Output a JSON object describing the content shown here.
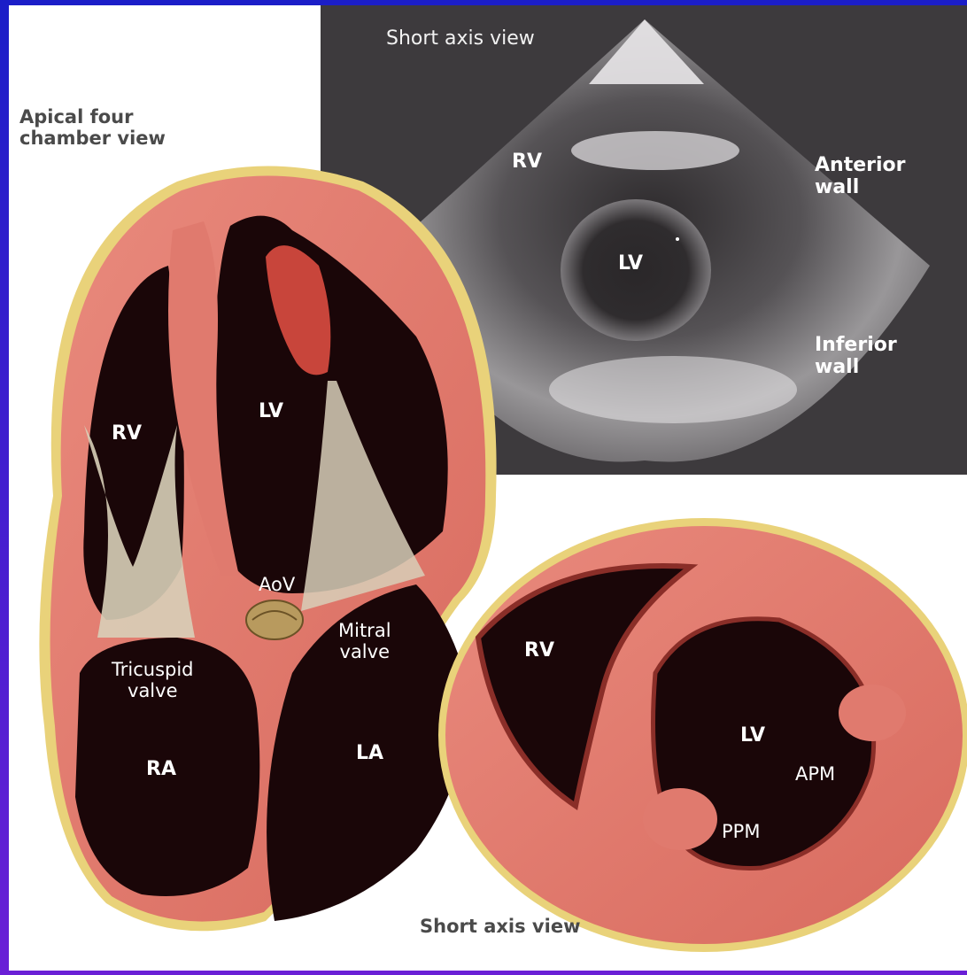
{
  "labels": {
    "apical_four_chamber": "Apical four\nchamber view",
    "echo_title": "Short axis view",
    "echo_rv": "RV",
    "echo_lv": "LV",
    "anterior_wall": "Anterior\nwall",
    "inferior_wall": "Inferior\nwall",
    "apical_rv": "RV",
    "apical_lv": "LV",
    "aov": "AoV",
    "mitral_valve": "Mitral\nvalve",
    "tricuspid_valve": "Tricuspid\nvalve",
    "ra": "RA",
    "la": "LA",
    "short_rv": "RV",
    "short_lv": "LV",
    "apm": "APM",
    "ppm": "PPM",
    "short_axis_caption": "Short axis view"
  },
  "colors": {
    "frame_gradient_top": "#1b1ec8",
    "frame_gradient_bottom": "#6a1fd6",
    "echo_background": "#3d3a3d",
    "myocardium": "#e07a6e",
    "myocardium_dark": "#b9443a",
    "epicardium": "#e9d27a",
    "chamber": "#1a0608",
    "chordae": "#d8cfb8"
  }
}
